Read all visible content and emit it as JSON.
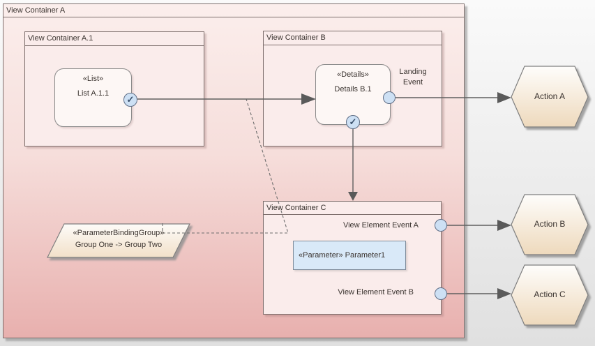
{
  "containers": {
    "a": {
      "title": "View Container A"
    },
    "a1": {
      "title": "View Container A.1"
    },
    "b": {
      "title": "View Container B"
    },
    "c": {
      "title": "View Container C"
    }
  },
  "nodes": {
    "list": {
      "stereotype": "«List»",
      "name": "List A.1.1"
    },
    "details": {
      "stereotype": "«Details»",
      "name": "Details B.1"
    },
    "parameter": {
      "label": "«Parameter» Parameter1"
    },
    "binding_group": {
      "stereotype": "«ParameterBindingGroup»",
      "name": "Group One -> Group Two"
    }
  },
  "events": {
    "landing": "Landing Event",
    "view_element_a": "View Element Event A",
    "view_element_b": "View Element Event B"
  },
  "actions": [
    {
      "label": "Action A"
    },
    {
      "label": "Action B"
    },
    {
      "label": "Action C"
    }
  ],
  "icons": {
    "check": "✓"
  },
  "colors": {
    "page_bg_top": "#fafafa",
    "page_bg_bottom": "#e0e0e0",
    "container_gradient_top": "#fbeeec",
    "container_gradient_bottom": "#e8b0ae",
    "child_container_fill": "#faeceb",
    "node_fill": "#fdf7f5",
    "parameter_fill": "#d9e9f8",
    "port_fill": "#cde0f4",
    "port_border": "#5f6e86",
    "hex_gradient_top": "#fefdfb",
    "hex_gradient_bottom": "#eed9bc",
    "line": "#5f5f5f",
    "border": "#7d6e6c",
    "text": "#3b3430"
  }
}
